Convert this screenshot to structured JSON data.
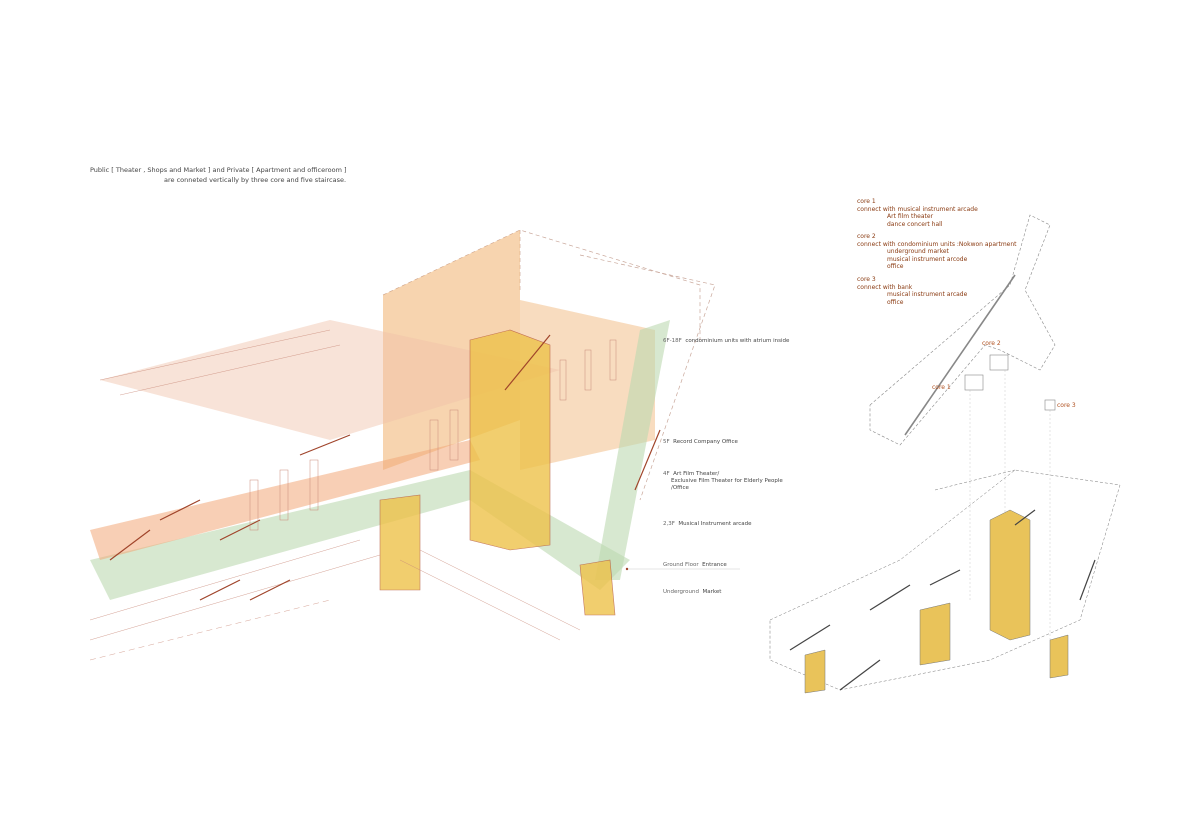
{
  "caption": {
    "line1": "Public [ Theater , Shops and Market ]  and  Private [ Apartment and officeroom ]",
    "line2": "are conneted vertically by three core and five staircase."
  },
  "cores": [
    {
      "title": "core 1",
      "connect": "connect with musical instrument arcade",
      "items": [
        "Art film theater",
        "dance concert hall"
      ]
    },
    {
      "title": "core 2",
      "connect": "connect with condominium units :Nokwon apartment",
      "items": [
        "underground market",
        "musical instrument arcode",
        "office"
      ]
    },
    {
      "title": "core 3",
      "connect": "connect with bank",
      "items": [
        "musical instrument arcade",
        "office"
      ]
    }
  ],
  "plan_labels": [
    "core 2",
    "core 1",
    "core 3"
  ],
  "floors": [
    {
      "level": "6F-18F",
      "use": "condominium units with atrium inside"
    },
    {
      "level": "5F",
      "use": "Record Company Office"
    },
    {
      "level": "4F",
      "use": "Art Film Theater/",
      "use2": "Exclusive Film Theater for Elderly People",
      "use3": "/Office"
    },
    {
      "level": "2,3F",
      "use": "Musical Instrument arcade"
    },
    {
      "level": "Ground Floor",
      "use": "Entrance"
    },
    {
      "level": "Underground",
      "use": "Market"
    }
  ],
  "colors": {
    "orange": "#f2b77a",
    "yellow": "#eec24a",
    "green": "#bcd9b0",
    "line": "#b5553a",
    "plan": "#888888"
  }
}
